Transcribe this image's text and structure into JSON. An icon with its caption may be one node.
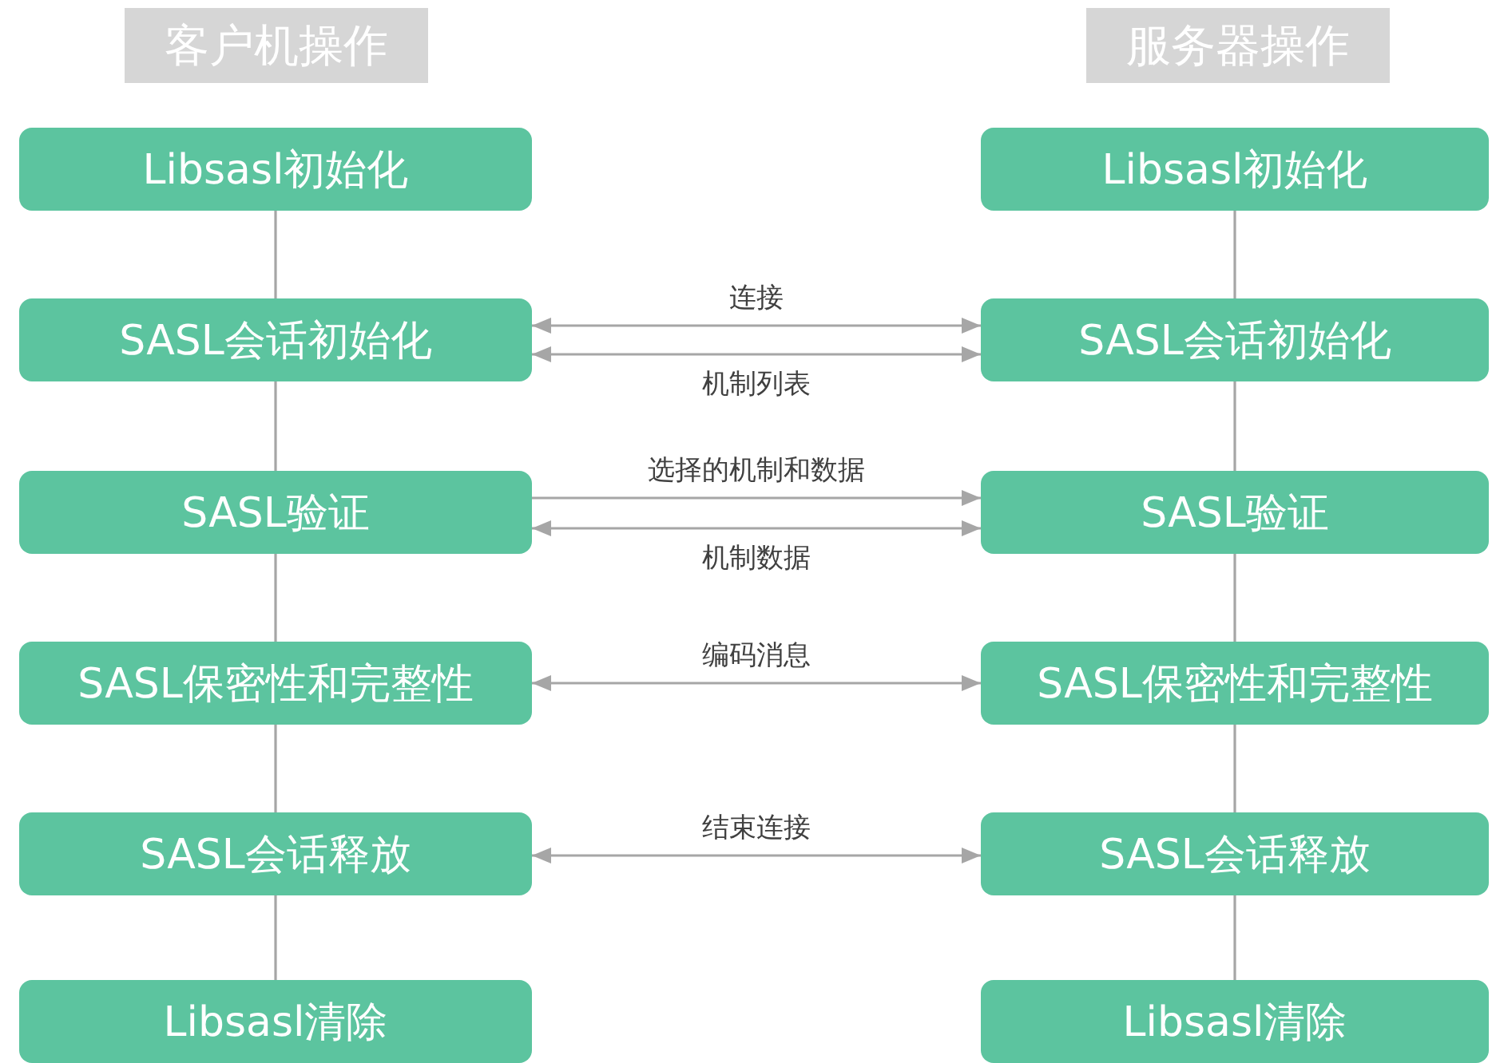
{
  "diagram": {
    "nodes": [
      {
        "text": [
          "客户机操作"
        ]
      },
      {
        "text": [
          "服务器操作"
        ]
      },
      {
        "text": [
          "Libsasl初始化"
        ]
      },
      {
        "text": [
          "Libsasl初始化"
        ]
      },
      {
        "text": [
          "SASL会话初始化"
        ]
      },
      {
        "text": [
          "SASL会话初始化"
        ]
      },
      {
        "text": [
          "SASL验证"
        ]
      },
      {
        "text": [
          "SASL验证"
        ]
      },
      {
        "text": [
          "SASL保密性和完整性"
        ]
      },
      {
        "text": [
          "SASL保密性和完整性"
        ]
      },
      {
        "text": [
          "SASL会话释放"
        ]
      },
      {
        "text": [
          "SASL会话释放"
        ]
      },
      {
        "text": [
          "Libsasl清除"
        ]
      },
      {
        "text": [
          "Libsasl清除"
        ]
      }
    ],
    "edges": [
      {
        "from": 2,
        "to": 4,
        "arrow": "none"
      },
      {
        "from": 4,
        "to": 6,
        "arrow": "none"
      },
      {
        "from": 6,
        "to": 8,
        "arrow": "none"
      },
      {
        "from": 8,
        "to": 10,
        "arrow": "none"
      },
      {
        "from": 10,
        "to": 12,
        "arrow": "none"
      },
      {
        "from": 3,
        "to": 5,
        "arrow": "none"
      },
      {
        "from": 5,
        "to": 7,
        "arrow": "none"
      },
      {
        "from": 7,
        "to": 9,
        "arrow": "none"
      },
      {
        "from": 9,
        "to": 11,
        "arrow": "none"
      },
      {
        "from": 11,
        "to": 13,
        "arrow": "none"
      },
      {
        "from": 4,
        "to": 5,
        "arrow": "both",
        "label": "连接"
      },
      {
        "from": 4,
        "to": 5,
        "arrow": "both",
        "label": "机制列表"
      },
      {
        "from": 6,
        "to": 7,
        "arrow": "to",
        "label": "选择的机制和数据"
      },
      {
        "from": 6,
        "to": 7,
        "arrow": "both",
        "label": "机制数据"
      },
      {
        "from": 8,
        "to": 9,
        "arrow": "both",
        "label": "编码消息"
      },
      {
        "from": 10,
        "to": 11,
        "arrow": "both",
        "label": "结束连接"
      }
    ]
  }
}
